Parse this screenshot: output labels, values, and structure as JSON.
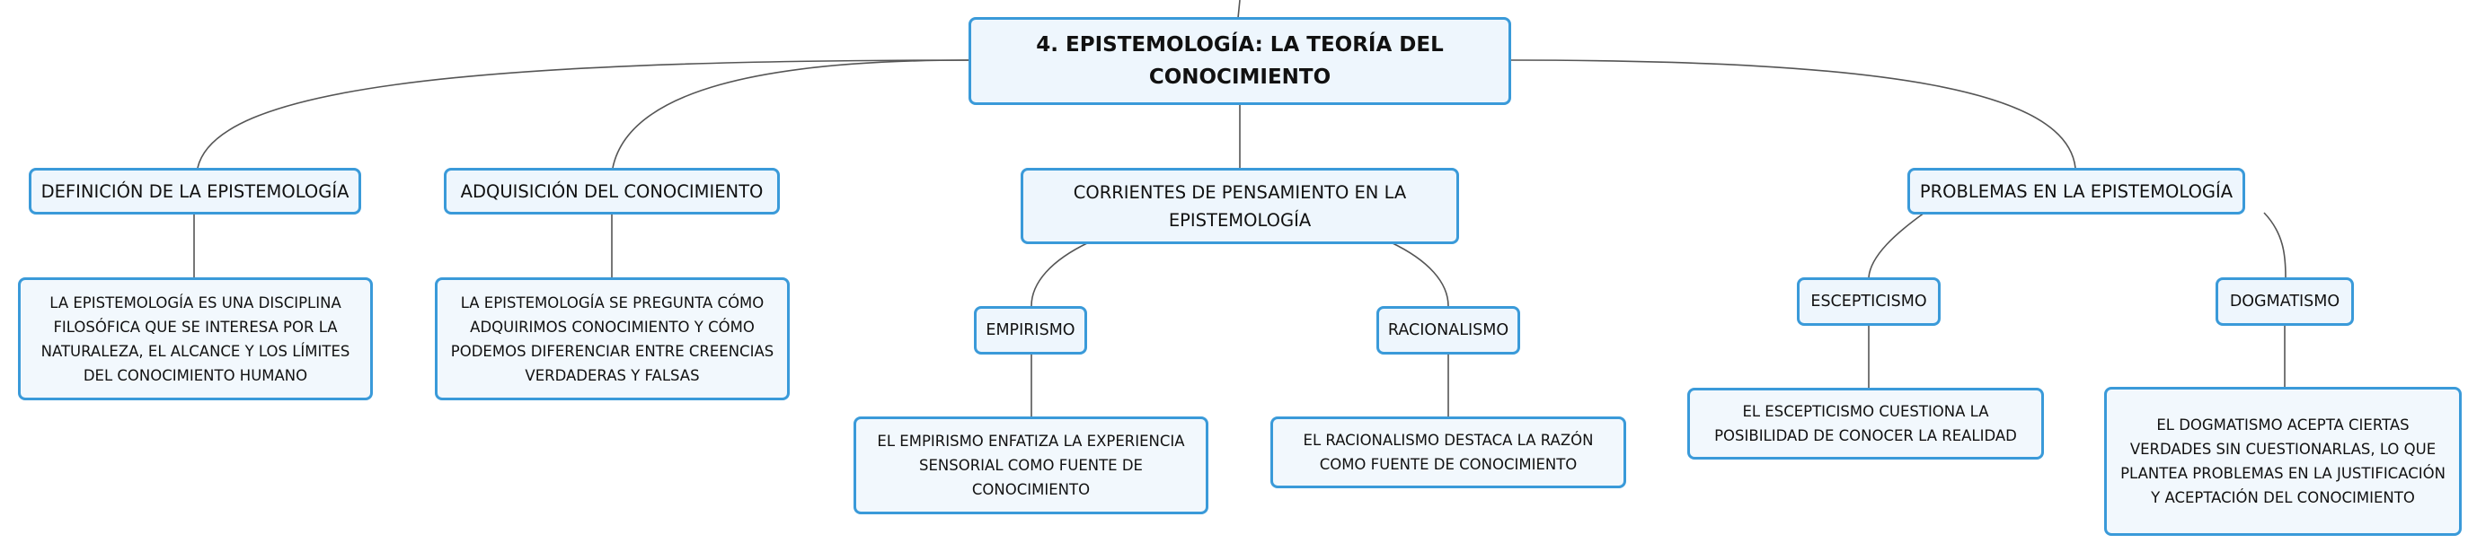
{
  "map": {
    "root": "4. EPISTEMOLOGÍA: LA TEORÍA DEL CONOCIMIENTO",
    "definicion": {
      "title": "DEFINICIÓN DE LA EPISTEMOLOGÍA",
      "text": "LA EPISTEMOLOGÍA ES UNA DISCIPLINA FILOSÓFICA QUE SE INTERESA POR LA NATURALEZA, EL ALCANCE Y LOS LÍMITES DEL CONOCIMIENTO HUMANO"
    },
    "adquisicion": {
      "title": "ADQUISICIÓN DEL CONOCIMIENTO",
      "text": "LA EPISTEMOLOGÍA SE PREGUNTA CÓMO ADQUIRIMOS CONOCIMIENTO Y CÓMO PODEMOS DIFERENCIAR ENTRE CREENCIAS VERDADERAS Y FALSAS"
    },
    "corrientes": {
      "title": "CORRIENTES DE PENSAMIENTO EN LA EPISTEMOLOGÍA",
      "empirismo": {
        "title": "EMPIRISMO",
        "text": "EL EMPIRISMO ENFATIZA LA EXPERIENCIA SENSORIAL COMO FUENTE DE CONOCIMIENTO"
      },
      "racionalismo": {
        "title": "RACIONALISMO",
        "text": "EL RACIONALISMO DESTACA LA RAZÓN COMO FUENTE DE CONOCIMIENTO"
      }
    },
    "problemas": {
      "title": "PROBLEMAS EN LA EPISTEMOLOGÍA",
      "escepticismo": {
        "title": "ESCEPTICISMO",
        "text": "EL ESCEPTICISMO CUESTIONA LA POSIBILIDAD DE CONOCER LA REALIDAD"
      },
      "dogmatismo": {
        "title": "DOGMATISMO",
        "text": "EL DOGMATISMO ACEPTA CIERTAS VERDADES SIN CUESTIONARLAS, LO QUE PLANTEA PROBLEMAS EN LA JUSTIFICACIÓN Y ACEPTACIÓN DEL CONOCIMIENTO"
      }
    }
  }
}
